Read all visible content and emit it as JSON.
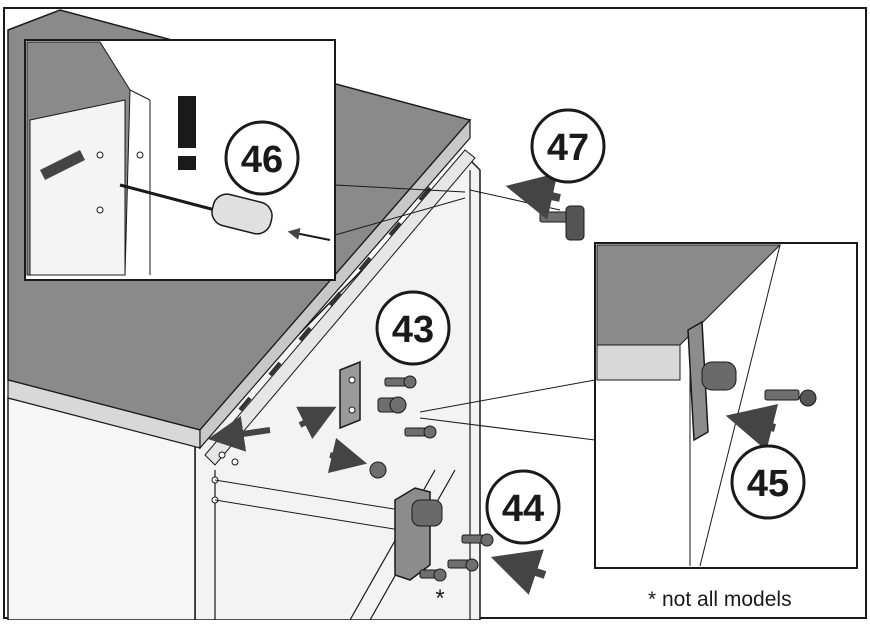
{
  "steps": {
    "s43": "43",
    "s44": "44",
    "s45": "45",
    "s46": "46",
    "s47": "47"
  },
  "warning_mark": "!",
  "asterisk_mark": "*",
  "footnote": "* not all models",
  "colors": {
    "line": "#1a1a1a",
    "worktop": "#8a8a8a",
    "worktop_dark": "#6e6e6e",
    "cabinet": "#f4f4f4",
    "metal": "#7c7c7c",
    "arrow": "#444444"
  }
}
